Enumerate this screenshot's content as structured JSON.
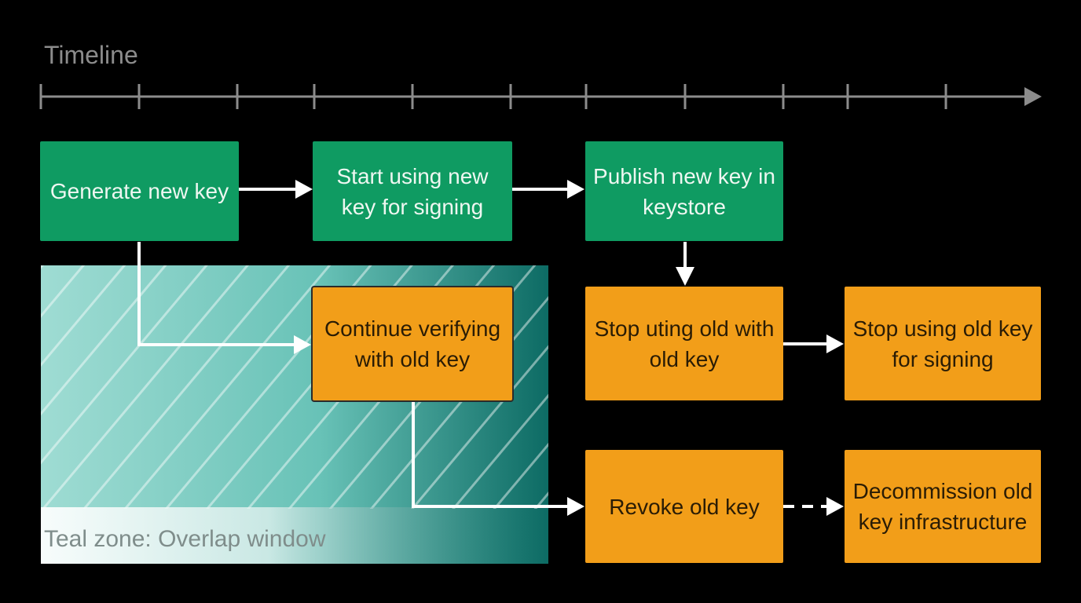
{
  "timeline": {
    "label": "Timeline",
    "tick_count": 11
  },
  "zone": {
    "label": "Teal zone: Overlap window"
  },
  "steps": {
    "generate": "Generate new key",
    "start_signing": "Start using new key for signing",
    "publish": "Publish new key in keystore",
    "continue_verifying": "Continue verifying with old key",
    "stop_with_old": "Stop uting old with old key",
    "stop_signing": "Stop using old key for signing",
    "revoke": "Revoke old key",
    "decommission": "Decommission old key infrastructure"
  },
  "colors": {
    "green": "#0f9b62",
    "orange": "#f29e19",
    "teal": "#2a9e95",
    "timeline": "#8c8c8c",
    "arrow": "#ffffff"
  }
}
